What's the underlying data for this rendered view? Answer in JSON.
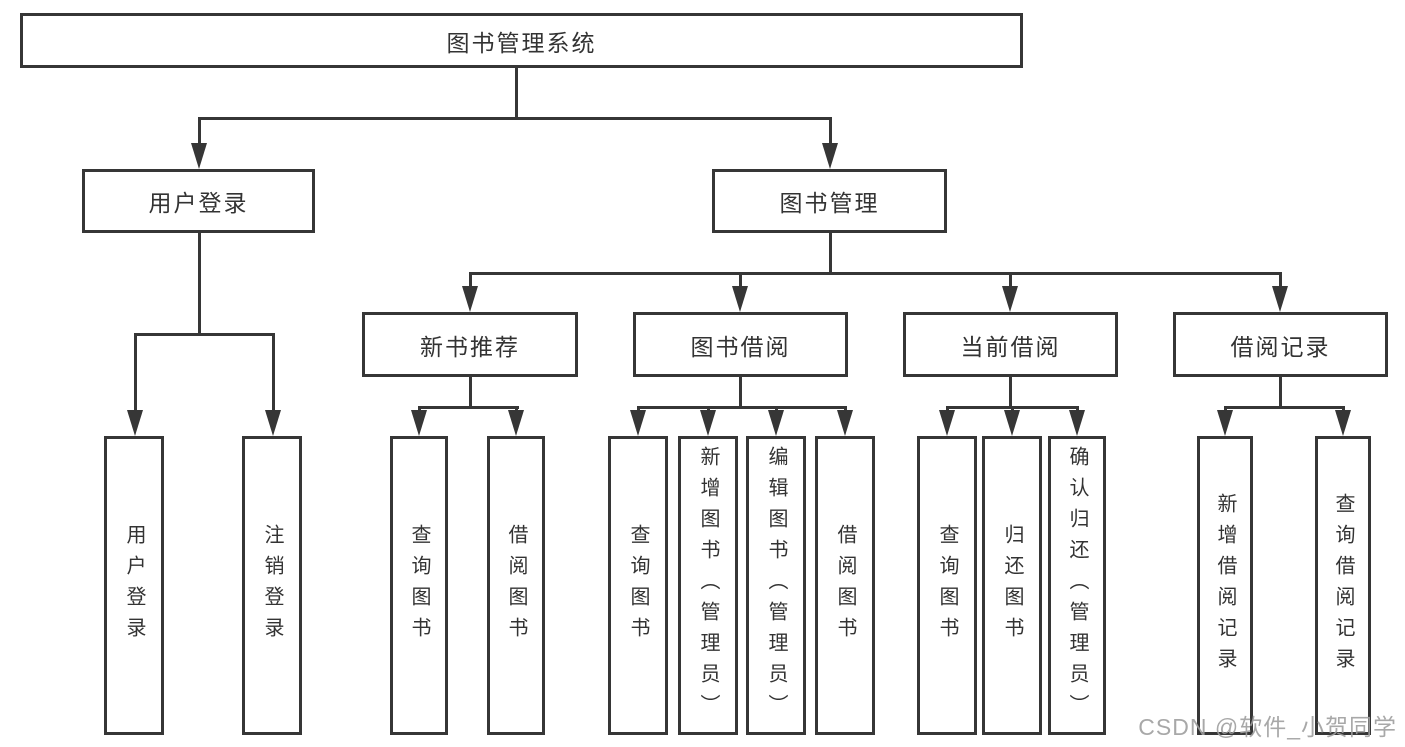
{
  "tree": {
    "root": {
      "label": "图书管理系统",
      "children": [
        {
          "label": "用户登录",
          "children": [
            {
              "label": "用户登录"
            },
            {
              "label": "注销登录"
            }
          ]
        },
        {
          "label": "图书管理",
          "children": [
            {
              "label": "新书推荐",
              "children": [
                {
                  "label": "查询图书"
                },
                {
                  "label": "借阅图书"
                }
              ]
            },
            {
              "label": "图书借阅",
              "children": [
                {
                  "label": "查询图书"
                },
                {
                  "label": "新增图书（管理员）"
                },
                {
                  "label": "编辑图书（管理员）"
                },
                {
                  "label": "借阅图书"
                }
              ]
            },
            {
              "label": "当前借阅",
              "children": [
                {
                  "label": "查询图书"
                },
                {
                  "label": "归还图书"
                },
                {
                  "label": "确认归还（管理员）"
                }
              ]
            },
            {
              "label": "借阅记录",
              "children": [
                {
                  "label": "新增借阅记录"
                },
                {
                  "label": "查询借阅记录"
                }
              ]
            }
          ]
        }
      ]
    }
  },
  "watermark": {
    "text": "CSDN @软件_小贺同学",
    "color": "#9e9e9e"
  },
  "colors": {
    "line": "#363636",
    "text": "#333333",
    "background": "#ffffff"
  }
}
